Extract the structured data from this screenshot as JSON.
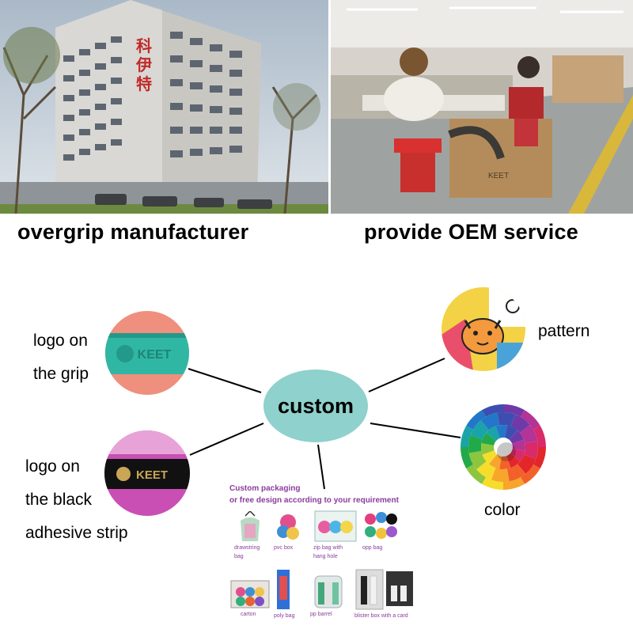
{
  "photos": {
    "building": {
      "sign_text": "科伊特"
    },
    "factory": {
      "box_text": "KEET"
    }
  },
  "captions": {
    "left": "overgrip manufacturer",
    "right": "provide OEM service"
  },
  "hub": {
    "label": "custom"
  },
  "options": {
    "logo_grip": {
      "line1": "logo on",
      "line2": "the grip",
      "logo_text": "KEET"
    },
    "logo_strip": {
      "line1": "logo on",
      "line2": "the black",
      "line3": "adhesive strip",
      "logo_text": "KEET"
    },
    "pattern": {
      "label": "pattern"
    },
    "color": {
      "label": "color"
    }
  },
  "packaging": {
    "title1": "Custom packaging",
    "title2": "or free design according to your requirement",
    "items": [
      {
        "line1": "drawstring",
        "line2": "bag"
      },
      {
        "line1": "pvc box",
        "line2": ""
      },
      {
        "line1": "zip bag with",
        "line2": "hang hole"
      },
      {
        "line1": "opp bag",
        "line2": ""
      },
      {
        "line1": "carton",
        "line2": ""
      },
      {
        "line1": "poly bag",
        "line2": ""
      },
      {
        "line1": "pp barrel",
        "line2": ""
      },
      {
        "line1": "blister box with a card",
        "line2": ""
      }
    ]
  },
  "colors": {
    "hub": "#8fd1cc",
    "grip": "#2fb7a4",
    "grip_top": "#ef8f7e",
    "strip_bg": "#c94fb4",
    "packaging_text": "#8a3d9c"
  }
}
